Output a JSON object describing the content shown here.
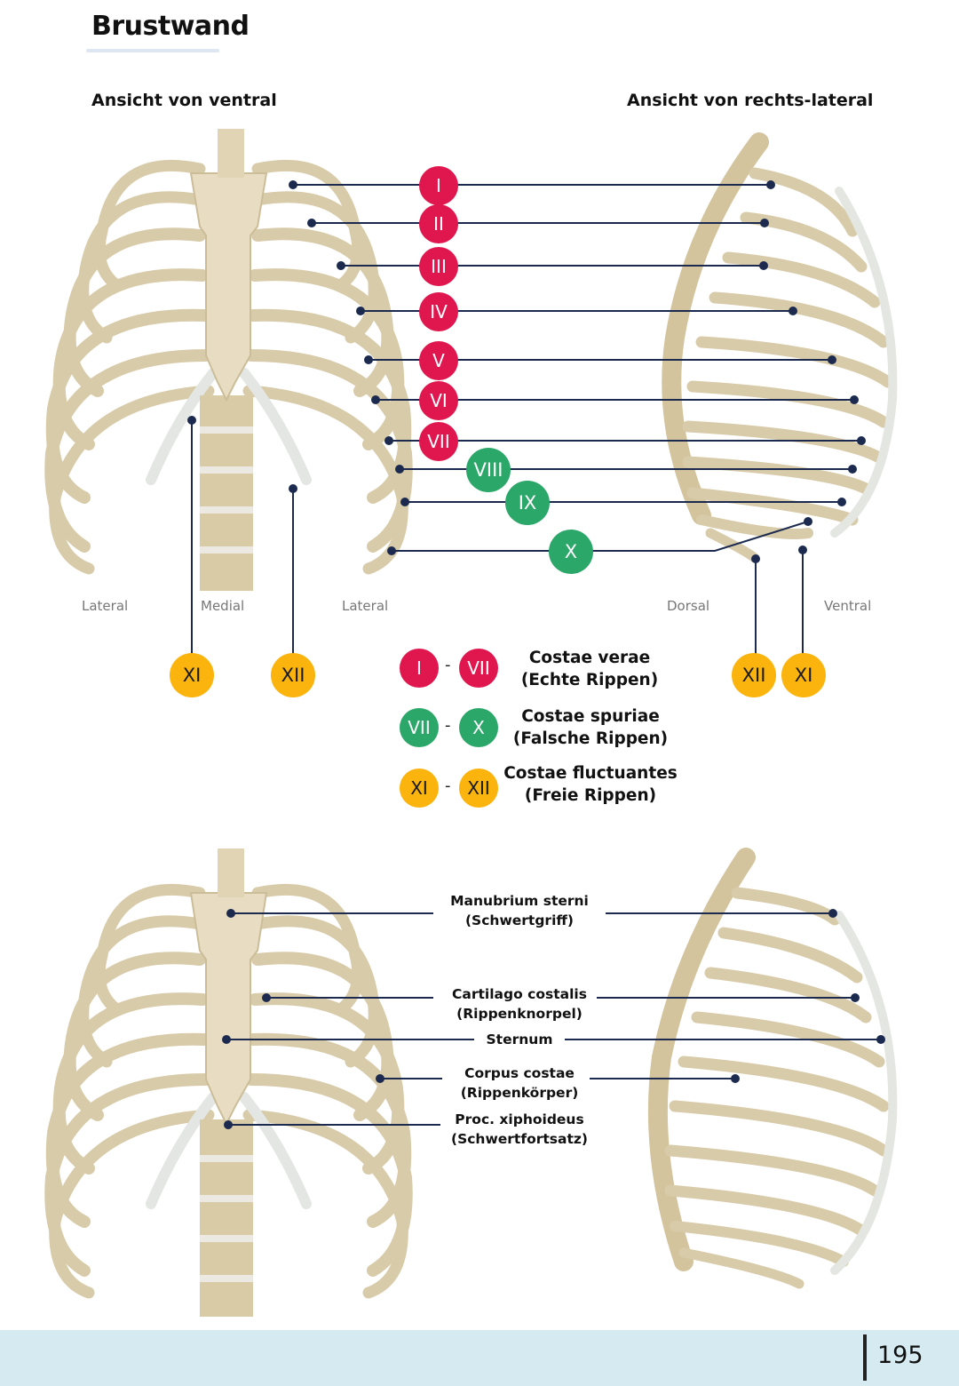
{
  "title": "Brustwand",
  "views": {
    "ventral": "Ansicht von ventral",
    "lateral": "Ansicht von rechts-lateral"
  },
  "directions": {
    "left_lateral": "Lateral",
    "medial": "Medial",
    "right_lateral": "Lateral",
    "dorsal": "Dorsal",
    "ventral": "Ventral"
  },
  "ribs": [
    "I",
    "II",
    "III",
    "IV",
    "V",
    "VI",
    "VII",
    "VIII",
    "IX",
    "X",
    "XI",
    "XII"
  ],
  "legend": {
    "verae": {
      "from": "I",
      "to": "VII",
      "line1": "Costae verae",
      "line2": "(Echte Rippen)"
    },
    "spuriae": {
      "from": "VII",
      "to": "X",
      "line1": "Costae spuriae",
      "line2": "(Falsche Rippen)"
    },
    "fluctuantes": {
      "from": "XI",
      "to": "XII",
      "line1": "Costae fluctuantes",
      "line2": "(Freie Rippen)"
    },
    "dash": "-"
  },
  "structures": {
    "manubrium": {
      "line1": "Manubrium sterni",
      "line2": "(Schwertgriff)"
    },
    "cartilago": {
      "line1": "Cartilago costalis",
      "line2": "(Rippenknorpel)"
    },
    "sternum": {
      "line1": "Sternum"
    },
    "corpus": {
      "line1": "Corpus costae",
      "line2": "(Rippenkörper)"
    },
    "xiphoideus": {
      "line1": "Proc. xiphoideus",
      "line2": "(Schwertfortsatz)"
    }
  },
  "colors": {
    "costae_verae": "#e0174f",
    "costae_spuriae": "#2aa769",
    "costae_fluctuantes": "#fbb40e",
    "leader_line": "#1b2a4e",
    "bone": "#e6dcc3",
    "cartilage": "#e9ece8",
    "footer": "#d5ebf1"
  },
  "page_number": "195"
}
